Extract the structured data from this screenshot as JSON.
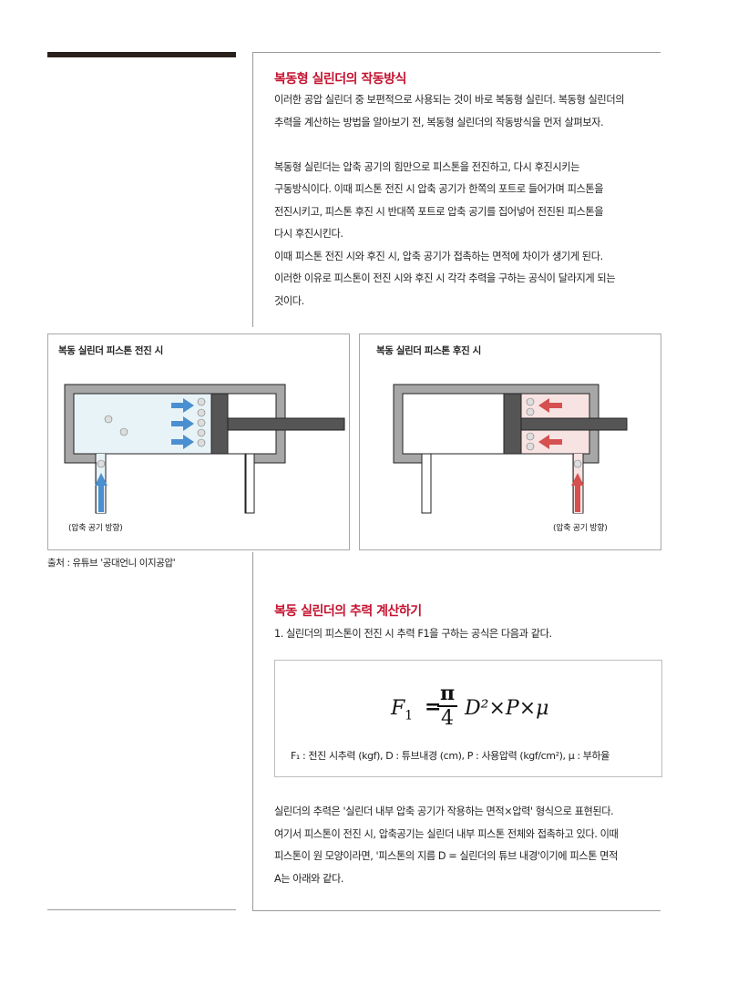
{
  "section1": {
    "title": "복동형 실린더의 작동방식",
    "lines": [
      "이러한 공압 실린더 중 보편적으로 사용되는 것이 바로 복동형 실린더. 복동형 실린더의",
      "추력을 계산하는 방법을 알아보기 전, 복동형 실린더의 작동방식을 먼저 살펴보자.",
      "",
      "복동형 실린더는 압축 공기의 힘만으로 피스톤을 전진하고, 다시 후진시키는",
      "구동방식이다. 이때 피스톤 전진 시 압축 공기가 한쪽의 포트로 들어가며 피스톤을",
      "전진시키고, 피스톤 후진 시 반대쪽 포트로 압축 공기를 집어넣어 전진된 피스톤을",
      "다시 후진시킨다.",
      "이때 피스톤 전진 시와 후진 시, 압축 공기가 접촉하는 면적에 차이가 생기게 된다.",
      "이러한 이유로 피스톤이 전진 시와 후진 시 각각 추력을 구하는 공식이 달라지게 되는",
      "것이다."
    ]
  },
  "figures": {
    "advance": {
      "title": "복동 실린더 피스톤 전진 시",
      "caption": "(압축 공기 방향)",
      "fill_color": "#e8f3f8",
      "arrow_color": "#4a8fd0"
    },
    "retract": {
      "title": "복동 실린더 피스톤 후진 시",
      "caption": "(압축 공기 방향)",
      "fill_color": "#f8e3e3",
      "arrow_color": "#d65050"
    },
    "source": "출처 : 유튜브 '공대언니 이지공압'"
  },
  "section2": {
    "title": "복동 실린더의 추력 계산하기",
    "intro": "1. 실린더의 피스톤이 전진 시 추력 F1을 구하는 공식은 다음과 같다.",
    "formula": {
      "lhs": "F",
      "lhs_sub": "1",
      "equals": "=",
      "numerator": "π",
      "denominator": "4",
      "rhs": "D²×P×μ",
      "legend": "F₁ : 전진 시추력 (kgf), D : 튜브내경 (cm), P : 사용압력 (kgf/cm²), μ : 부하율"
    },
    "lines": [
      "실린더의 추력은 '실린더 내부 압축 공기가 작용하는 면적×압력' 형식으로 표현된다.",
      "여기서 피스톤이 전진 시, 압축공기는 실린더 내부 피스톤 전체와 접촉하고 있다. 이때",
      "피스톤이 원 모양이라면, '피스톤의 지름 D = 실린더의 튜브 내경'이기에 피스톤 면적",
      "A는 아래와 같다."
    ]
  }
}
